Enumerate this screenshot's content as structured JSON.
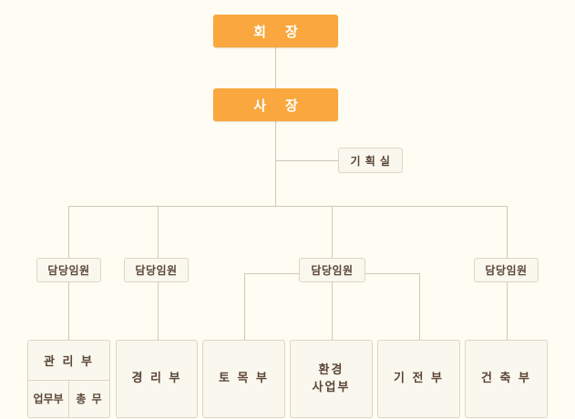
{
  "org": {
    "chairman": "회    장",
    "president": "사    장",
    "planning_office": "기 획 실",
    "executives": [
      "담당임원",
      "담당임원",
      "담당임원",
      "담당임원"
    ],
    "management": {
      "label": "관 리 부",
      "sub": [
        "업무부",
        "총 무"
      ]
    },
    "accounting": "경 리 부",
    "civil": "토 목 부",
    "environment": [
      "환경",
      "사업부"
    ],
    "mechanical_electrical": "기 전 부",
    "architecture": "건 축 부"
  },
  "colors": {
    "top_box": "#f9a73e",
    "box_fill": "#faf7ee",
    "box_border": "#ddd5c6",
    "line": "#cfc7b8",
    "text": "#5a4636",
    "background": "#fffdf3"
  }
}
